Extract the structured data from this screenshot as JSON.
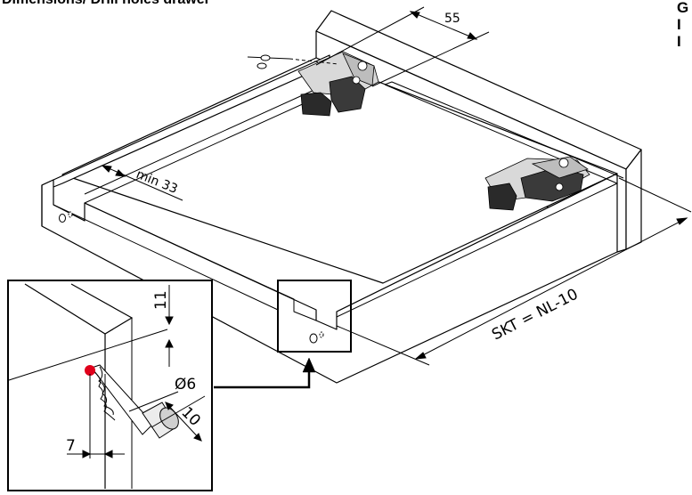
{
  "header": {
    "title": "Dimensions/ Drill holes drawer",
    "right_fragments": [
      "G",
      "I",
      "I"
    ]
  },
  "dimensions": {
    "side_offset": "55",
    "min_depth": "min 33",
    "skt": "SKT = NL-10",
    "dim_11": "11",
    "dim_7": "7",
    "dim_10": "10",
    "drill_diameter": "Ø6"
  },
  "colors": {
    "line": "#000000",
    "drill_tip": "#e0001b",
    "clip_dark": "#2a2a2a",
    "clip_mid": "#7a7a7a",
    "clip_light": "#d9d9d9"
  }
}
